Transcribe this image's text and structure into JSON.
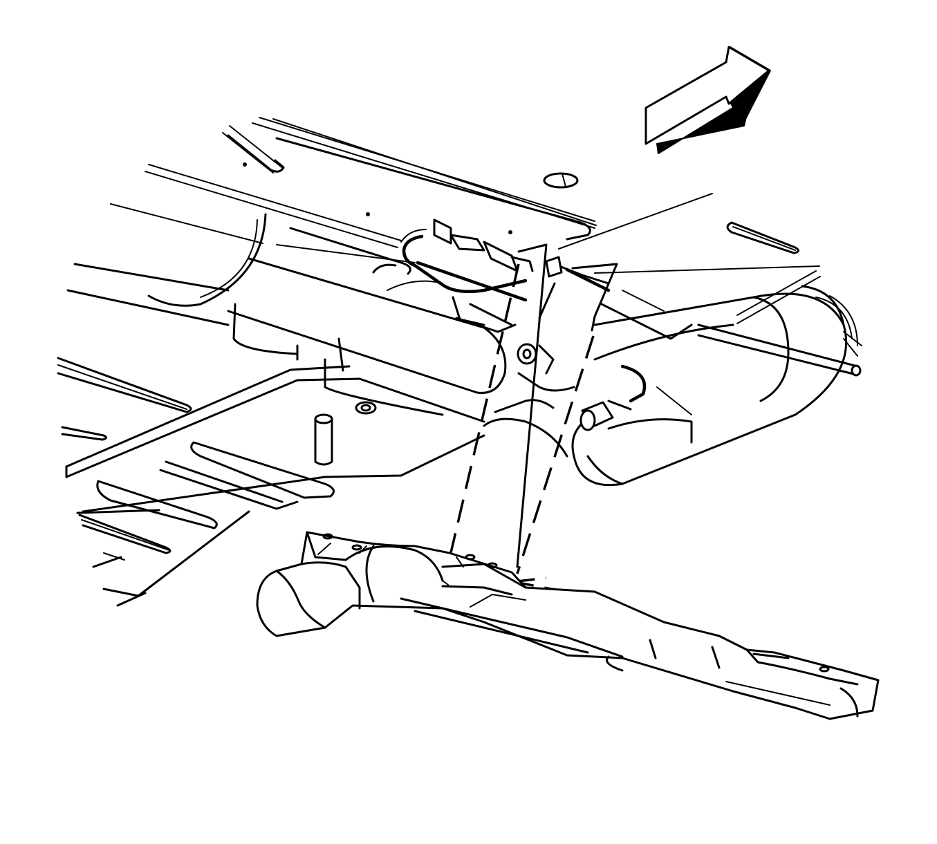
{
  "diagram": {
    "colors": {
      "line": "#000000",
      "background": "#ffffff"
    },
    "parts": [
      "vehicle-underbody",
      "exhaust-pipe",
      "muffler",
      "oxygen-sensor-harness",
      "heat-shield",
      "forward-direction-arrow"
    ]
  }
}
